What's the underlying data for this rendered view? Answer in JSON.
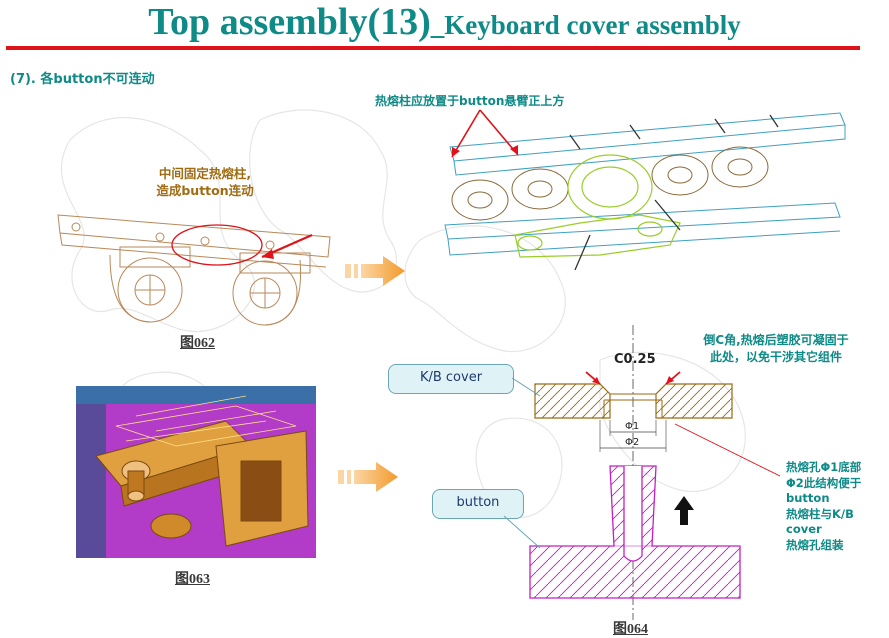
{
  "header": {
    "title_main": "Top assembly(13)",
    "title_sub": "_Keyboard cover assembly"
  },
  "section": {
    "heading": "(7). 各button不可连动"
  },
  "fig062": {
    "note_line1": "中间固定热熔柱,",
    "note_line2": "造成button连动",
    "caption": "图062"
  },
  "fig_top_right": {
    "note": "热熔柱应放置于button悬臂正上方"
  },
  "fig063": {
    "caption": "图063"
  },
  "fig064": {
    "caption": "图064",
    "chamfer_label": "C0.25",
    "chamfer_note_line1": "倒C角,热熔后塑胶可凝固于",
    "chamfer_note_line2": "此处，以免干涉其它组件",
    "phi1": "Φ1",
    "phi2": "Φ2",
    "kb_cover_label": "K/B cover",
    "button_label": "button",
    "right_note": [
      "热熔孔Φ1底部",
      "Φ2此结构便于",
      "button",
      "热熔柱与K/B",
      "cover",
      "热熔孔组装"
    ]
  },
  "colors": {
    "title": "#0e8a87",
    "rule": "#e0121a",
    "note_brown": "#a06b12",
    "arrow_orange": "#f39a2c",
    "section_magenta": "#c21fc2",
    "cover_brown": "#9a6a10",
    "render_bg": "#b23bc7"
  }
}
